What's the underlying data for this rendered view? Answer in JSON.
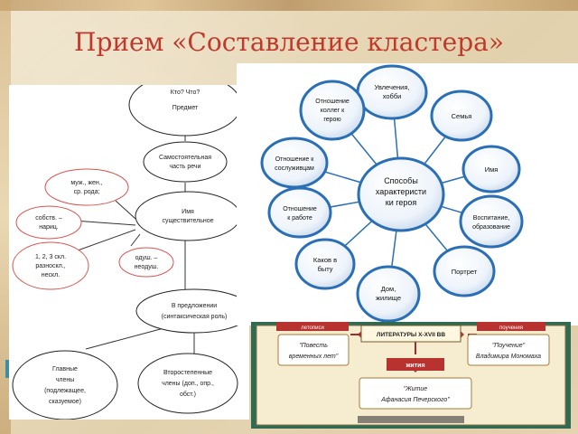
{
  "slide": {
    "title": "Прием «Составление кластера»"
  },
  "left_diagram": {
    "nodes": {
      "top": [
        "Кто? Что?",
        "Предмет"
      ],
      "mid1": [
        "Самостоятельная",
        "часть речи"
      ],
      "center": [
        "Имя",
        "существительное"
      ],
      "gender": [
        "муж., жен.,",
        "ср. рода;"
      ],
      "proper": [
        "собств. –",
        "нариц."
      ],
      "decl": [
        "1, 2, 3 скл.",
        "разноскл.,",
        "нескл."
      ],
      "anim": [
        "одуш. –",
        "неодуш."
      ],
      "sentence": [
        "В предложении",
        "(синтаксическая роль)"
      ],
      "main": [
        "Главные",
        "члены",
        "(подлежащее,",
        "сказуемое)"
      ],
      "minor": [
        "Второстепенные",
        "члены (доп., опр.,",
        "обст.)"
      ]
    }
  },
  "right_diagram": {
    "center": [
      "Способы",
      "характеристи",
      "ки героя"
    ],
    "satellites": [
      [
        "Увлечения,",
        "хобби"
      ],
      [
        "Семья"
      ],
      [
        "Имя"
      ],
      [
        "Воспитание,",
        "образование"
      ],
      [
        "Портрет"
      ],
      [
        "Дом,",
        "жилище"
      ],
      [
        "Каков в",
        "быту"
      ],
      [
        "Отношение",
        "к работе"
      ],
      [
        "Отношение к",
        "сослуживцам"
      ],
      [
        "Отношение",
        "коллег к",
        "герою"
      ]
    ]
  },
  "bottom_slide": {
    "boxes": {
      "left_tag": "летописи",
      "center_tag": "ЛИТЕРАТУРЫ X-XVII ВВ",
      "right_tag": "поучения",
      "left_text": [
        "\"Повесть",
        "временных лет\""
      ],
      "right_text": [
        "\"Поучение\"",
        "Владимира Мономаха"
      ],
      "mid_tag": "жития",
      "mid_text": [
        "\"Житие",
        "Афанасия Печерского\""
      ]
    }
  },
  "colors": {
    "title": "#c0392b",
    "node_blue": "#2a6fb5",
    "red_stroke": "#d9534f"
  }
}
